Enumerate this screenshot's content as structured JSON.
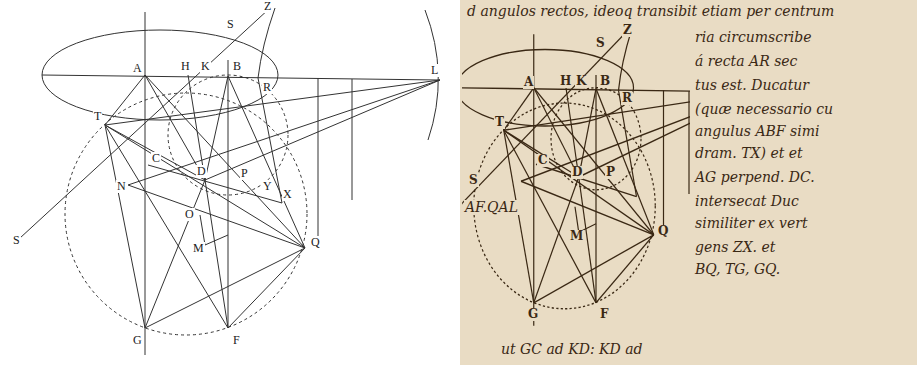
{
  "diagram": {
    "labels": [
      "Z",
      "S",
      "A",
      "H",
      "K",
      "B",
      "R",
      "L",
      "T",
      "C",
      "N",
      "D",
      "P",
      "Y",
      "X",
      "S",
      "O",
      "Q",
      "M",
      "G",
      "F",
      "Z",
      "S",
      "A",
      "H",
      "K",
      "B",
      "R",
      "T",
      "S",
      "C",
      "D",
      "P",
      "Q",
      "M",
      "G",
      "F",
      "d angulos rectos, ideoq transibit etiam per centrum",
      "ria circumscribe",
      "á recta AR sec",
      "tus est. Ducatur",
      "(quæ necessario cu",
      "angulus ABF simi",
      "dram. TX) et et",
      "AG perpend. DC.",
      "intersecat Duc",
      "similiter ex vert",
      "gens ZX. et",
      "BQ, TG, GQ.",
      "AF.QAL",
      "ut GC ad KD: KD ad"
    ]
  }
}
